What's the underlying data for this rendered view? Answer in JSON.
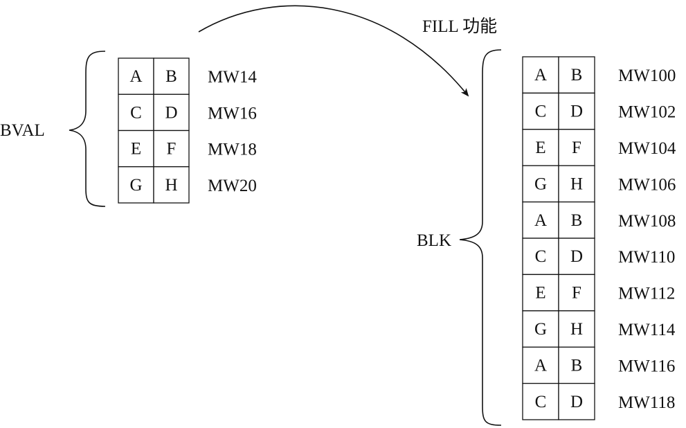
{
  "fill_label": "FILL 功能",
  "source": {
    "label": "BVAL",
    "rows": [
      {
        "cells": [
          "A",
          "B"
        ],
        "address": "MW14"
      },
      {
        "cells": [
          "C",
          "D"
        ],
        "address": "MW16"
      },
      {
        "cells": [
          "E",
          "F"
        ],
        "address": "MW18"
      },
      {
        "cells": [
          "G",
          "H"
        ],
        "address": "MW20"
      }
    ]
  },
  "target": {
    "label": "BLK",
    "rows": [
      {
        "cells": [
          "A",
          "B"
        ],
        "address": "MW100"
      },
      {
        "cells": [
          "C",
          "D"
        ],
        "address": "MW102"
      },
      {
        "cells": [
          "E",
          "F"
        ],
        "address": "MW104"
      },
      {
        "cells": [
          "G",
          "H"
        ],
        "address": "MW106"
      },
      {
        "cells": [
          "A",
          "B"
        ],
        "address": "MW108"
      },
      {
        "cells": [
          "C",
          "D"
        ],
        "address": "MW110"
      },
      {
        "cells": [
          "E",
          "F"
        ],
        "address": "MW112"
      },
      {
        "cells": [
          "G",
          "H"
        ],
        "address": "MW114"
      },
      {
        "cells": [
          "A",
          "B"
        ],
        "address": "MW116"
      },
      {
        "cells": [
          "C",
          "D"
        ],
        "address": "MW118"
      }
    ]
  }
}
